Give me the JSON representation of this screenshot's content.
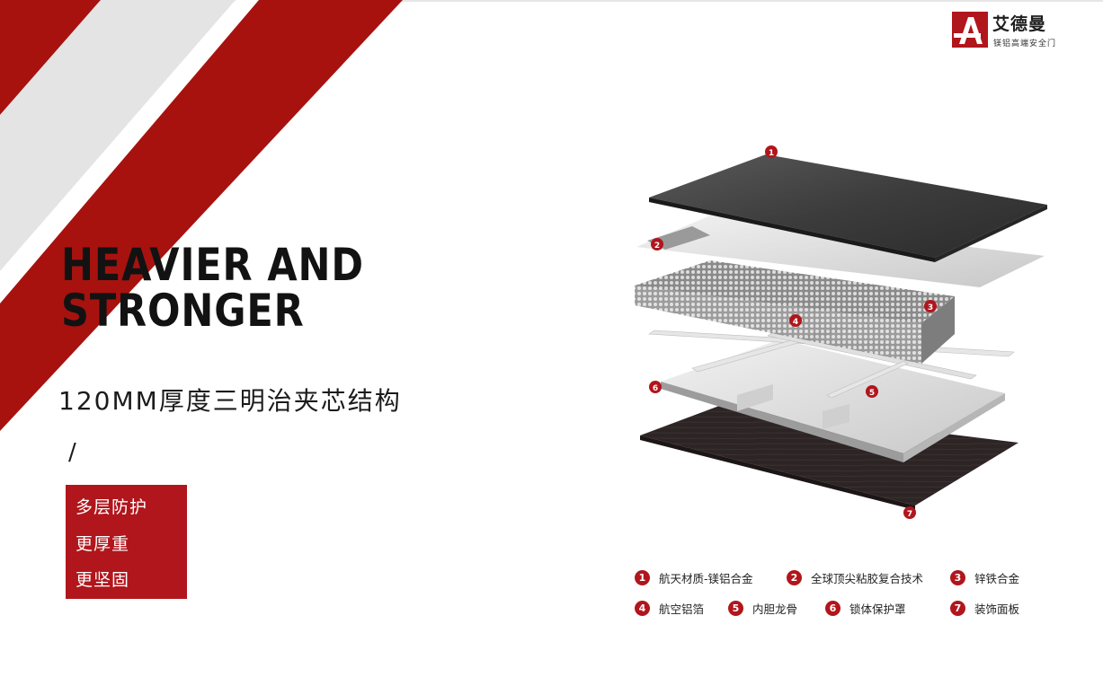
{
  "brand": {
    "logo_letter": "A",
    "name": "艾德曼",
    "tagline": "镁铝高端安全门",
    "accent_color": "#b0161c"
  },
  "headline": {
    "line1": "HEAVIER AND",
    "line2": "STRONGER"
  },
  "subtitle": "120MM厚度三明治夹芯结构",
  "separator": "/",
  "features": [
    "多层防护",
    "更厚重",
    "更坚固"
  ],
  "callouts": [
    "1",
    "2",
    "3",
    "4",
    "5",
    "6",
    "7"
  ],
  "legend": [
    {
      "num": "1",
      "label": "航天材质-镁铝合金"
    },
    {
      "num": "2",
      "label": "全球顶尖粘胶复合技术"
    },
    {
      "num": "3",
      "label": "锌铁合金"
    },
    {
      "num": "4",
      "label": "航空铝箔"
    },
    {
      "num": "5",
      "label": "内胆龙骨"
    },
    {
      "num": "6",
      "label": "锁体保护罩"
    },
    {
      "num": "7",
      "label": "装饰面板"
    }
  ]
}
